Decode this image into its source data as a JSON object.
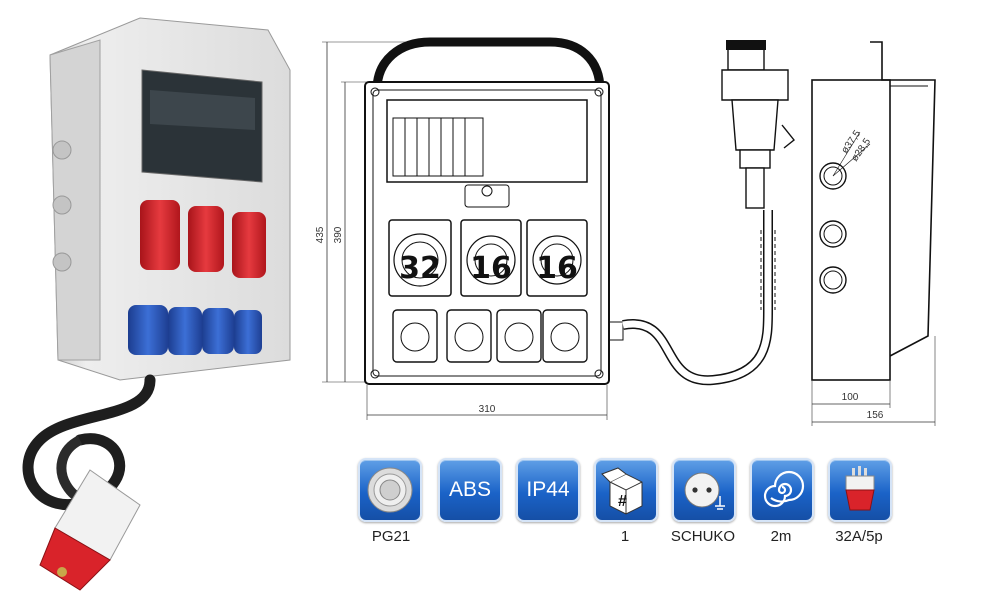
{
  "dimensions": {
    "height_outer": "435",
    "height_inner": "390",
    "width_front": "310",
    "depth_box": "100",
    "depth_total": "156",
    "hole_large": "ø37,5",
    "hole_small": "ø28,5"
  },
  "socket_ratings": [
    "32",
    "16",
    "16"
  ],
  "features": [
    {
      "icon": "gland-icon",
      "tile_text": "",
      "caption": "PG21"
    },
    {
      "icon": "material-icon",
      "tile_text": "ABS",
      "caption": ""
    },
    {
      "icon": "ip-rating-icon",
      "tile_text": "IP44",
      "caption": ""
    },
    {
      "icon": "box-quantity-icon",
      "tile_text": "#",
      "caption": "1"
    },
    {
      "icon": "schuko-socket-icon",
      "tile_text": "",
      "caption": "SCHUKO"
    },
    {
      "icon": "cable-coil-icon",
      "tile_text": "",
      "caption": "2m"
    },
    {
      "icon": "cee-plug-icon",
      "tile_text": "",
      "caption": "32A/5p"
    }
  ],
  "colors": {
    "cee_red": "#d9232a",
    "schuko_blue": "#2a4fb5",
    "tile_blue": "#1b63c8"
  }
}
